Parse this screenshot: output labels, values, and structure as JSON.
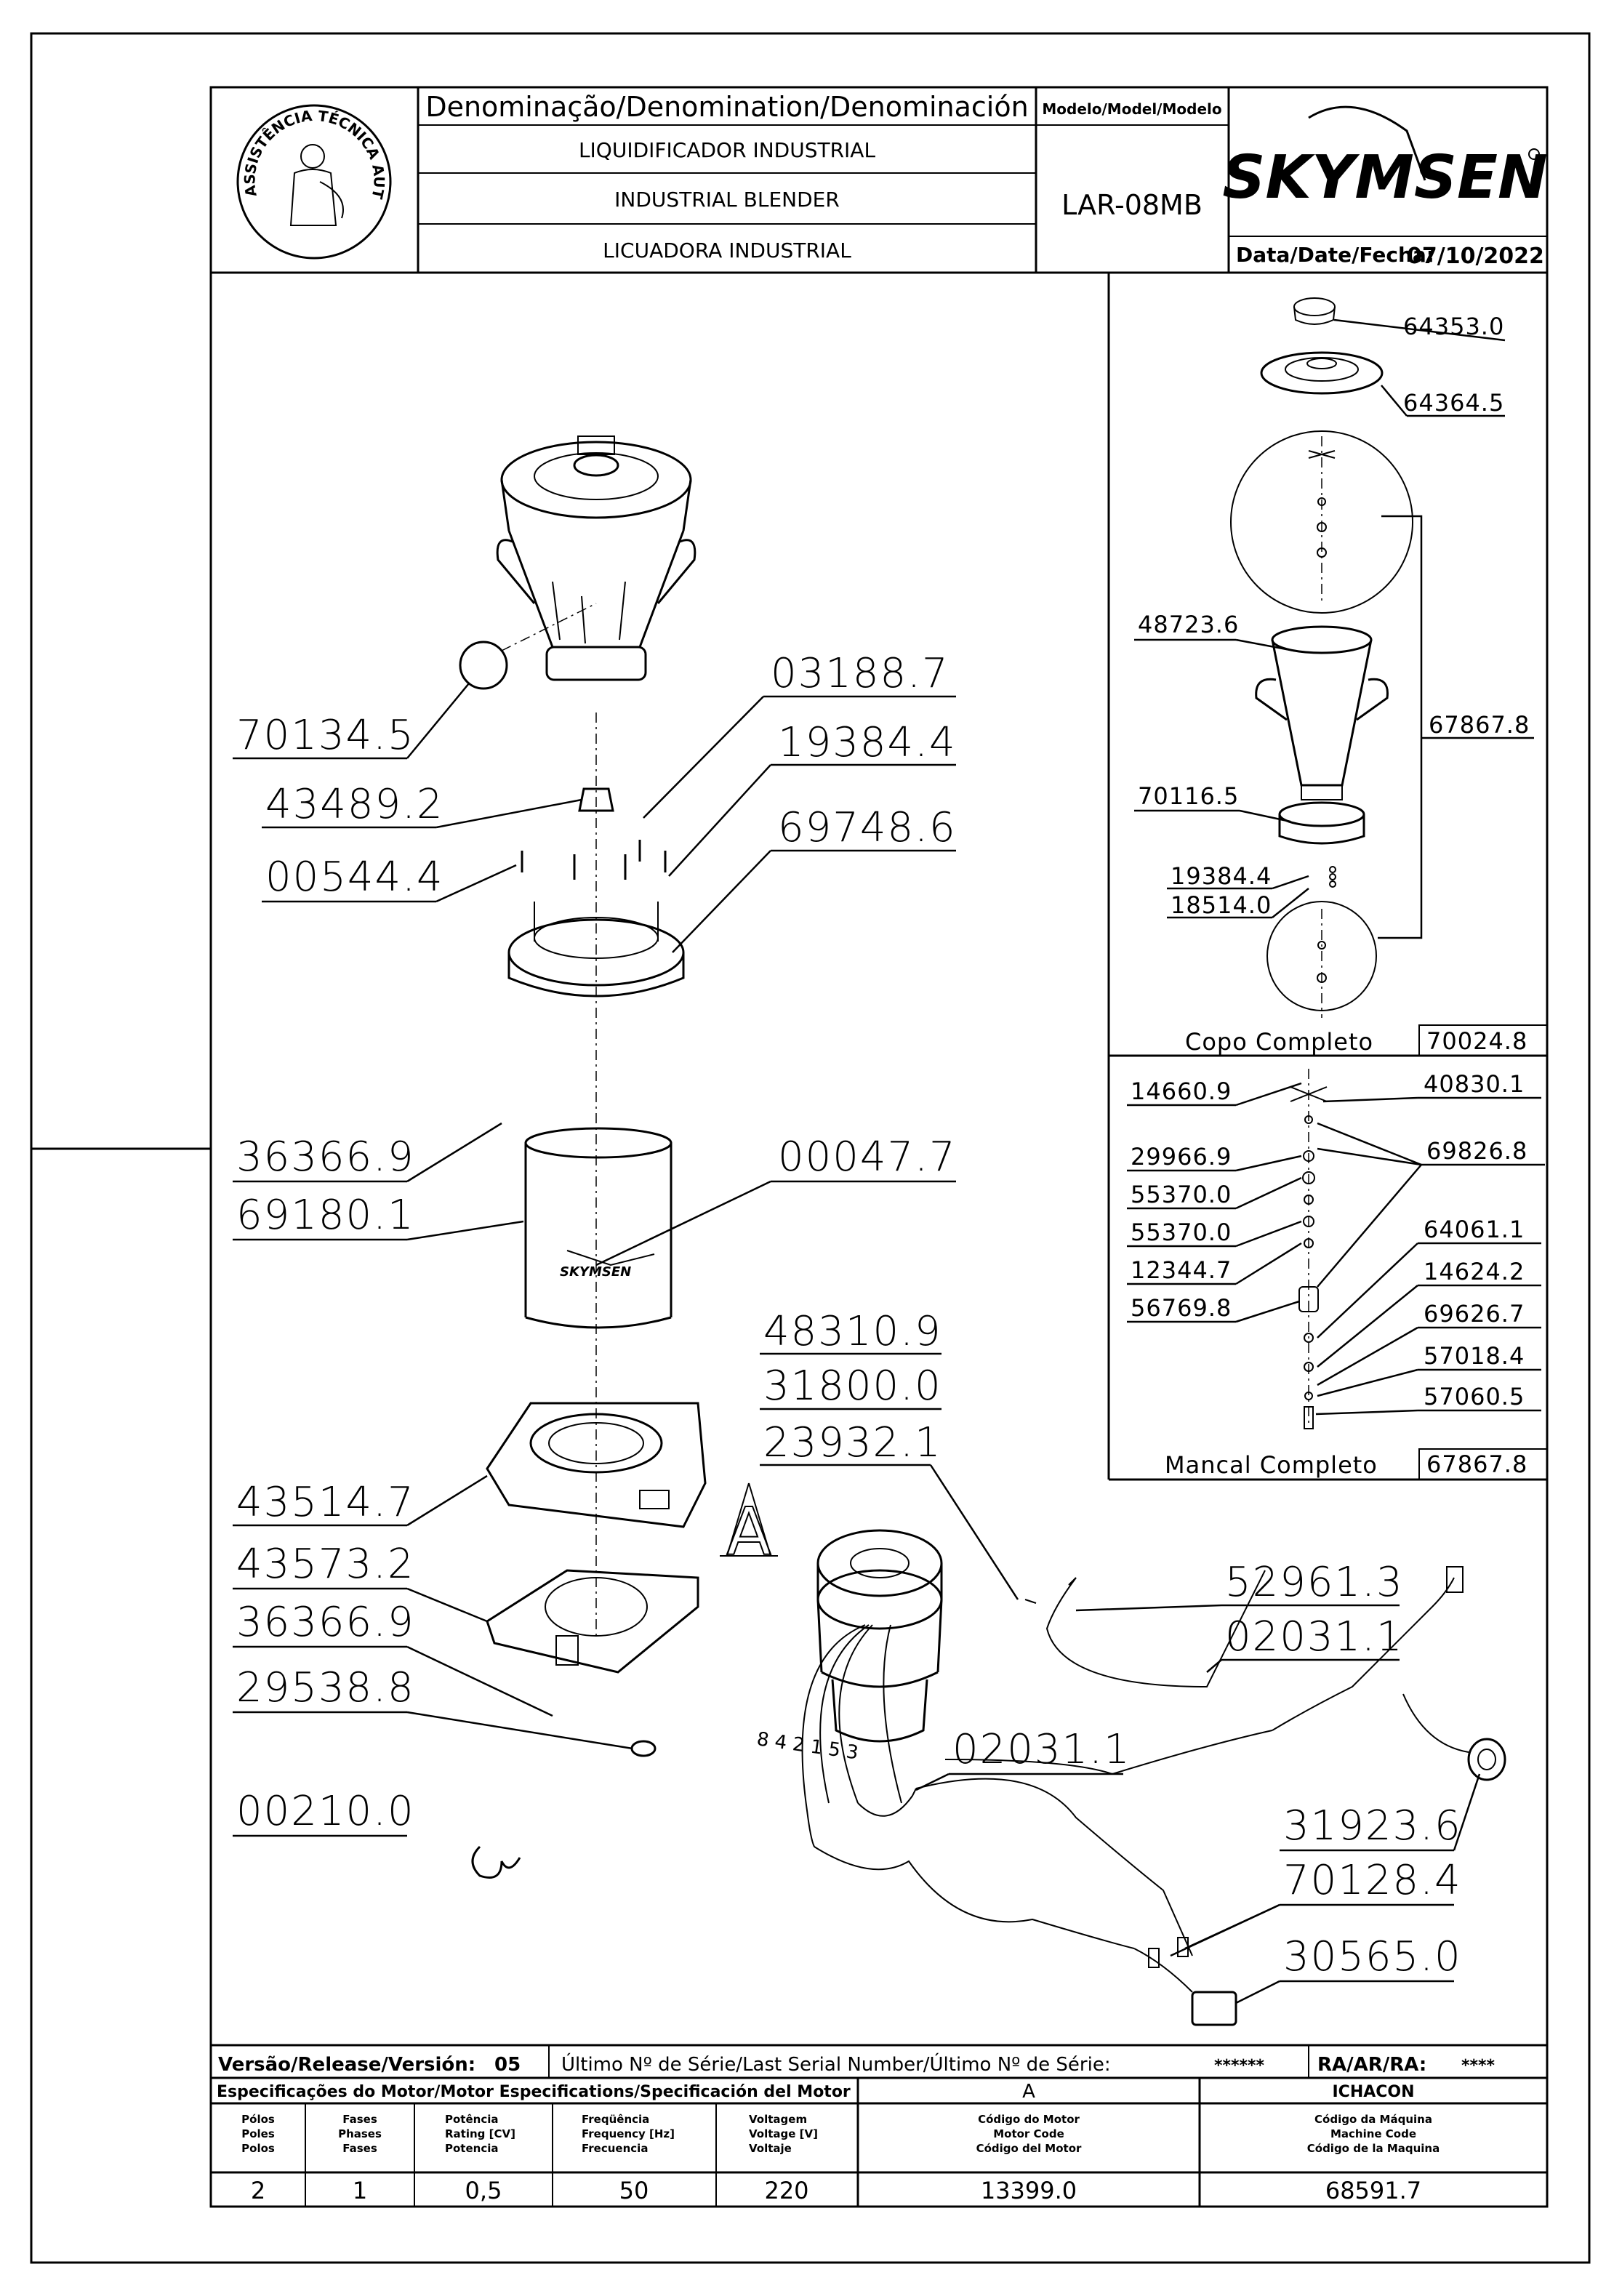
{
  "title_block": {
    "denomination_label": "Denominação/Denomination/Denominación",
    "names": [
      "LIQUIDIFICADOR INDUSTRIAL",
      "INDUSTRIAL BLENDER",
      "LICUADORA INDUSTRIAL"
    ],
    "model_label": "Modelo/Model/Modelo",
    "model": "LAR-08MB",
    "brand": "SKYMSEN",
    "date_label": "Data/Date/Fecha:",
    "date": "07/10/2022",
    "stamp_text": "ASSISTÊNCIA TÉCNICA AUTORIZADA"
  },
  "main_parts": [
    {
      "code": "70134.5"
    },
    {
      "code": "03188.7"
    },
    {
      "code": "19384.4"
    },
    {
      "code": "43489.2"
    },
    {
      "code": "69748.6"
    },
    {
      "code": "00544.4"
    },
    {
      "code": "36366.9"
    },
    {
      "code": "00047.7"
    },
    {
      "code": "69180.1"
    },
    {
      "code": "48310.9"
    },
    {
      "code": "31800.0"
    },
    {
      "code": "23932.1"
    },
    {
      "code": "43514.7"
    },
    {
      "code": "43573.2"
    },
    {
      "code": "36366.9"
    },
    {
      "code": "29538.8"
    },
    {
      "code": "00210.0"
    },
    {
      "code": "52961.3"
    },
    {
      "code": "02031.1"
    },
    {
      "code": "02031.1"
    },
    {
      "code": "31923.6"
    },
    {
      "code": "70128.4"
    },
    {
      "code": "30565.0"
    }
  ],
  "view_marker": "A",
  "wire_numbers": "8 4 2 1 5 3",
  "cup_panel": {
    "parts": [
      "64353.0",
      "64364.5",
      "48723.6",
      "67867.8",
      "70116.5",
      "19384.4",
      "18514.0"
    ],
    "caption": "Copo Completo",
    "code": "70024.8"
  },
  "bearing_panel": {
    "left_parts": [
      "14660.9",
      "29966.9",
      "55370.0",
      "55370.0",
      "12344.7",
      "56769.8"
    ],
    "right_parts": [
      "40830.1",
      "69826.8",
      "64061.1",
      "14624.2",
      "69626.7",
      "57018.4",
      "57060.5"
    ],
    "caption": "Mancal Completo",
    "code": "67867.8"
  },
  "footer": {
    "release_label": "Versão/Release/Versión:",
    "release": "05",
    "serial_label": "Último Nº de Série/Last Serial Number/Último Nº de Série:",
    "serial": "******",
    "ra_label": "RA/AR/RA:",
    "ra": "****",
    "motor_spec_label": "Especificações do Motor/Motor Especifications/Specificación del Motor",
    "motor_letter": "A",
    "machine_name": "ICHACON",
    "columns": [
      {
        "header": [
          "Pólos",
          "Poles",
          "Polos"
        ],
        "value": "2"
      },
      {
        "header": [
          "Fases",
          "Phases",
          "Fases"
        ],
        "value": "1"
      },
      {
        "header": [
          "Potência",
          "Rating [CV]",
          "Potencia"
        ],
        "value": "0,5"
      },
      {
        "header": [
          "Freqüência",
          "Frequency [Hz]",
          "Frecuencia"
        ],
        "value": "50"
      },
      {
        "header": [
          "Voltagem",
          "Voltage [V]",
          "Voltaje"
        ],
        "value": "220"
      },
      {
        "header": [
          "Código do Motor",
          "Motor Code",
          "Código del Motor"
        ],
        "value": "13399.0"
      },
      {
        "header": [
          "Código da Máquina",
          "Machine Code",
          "Código de la Maquina"
        ],
        "value": "68591.7"
      }
    ]
  }
}
